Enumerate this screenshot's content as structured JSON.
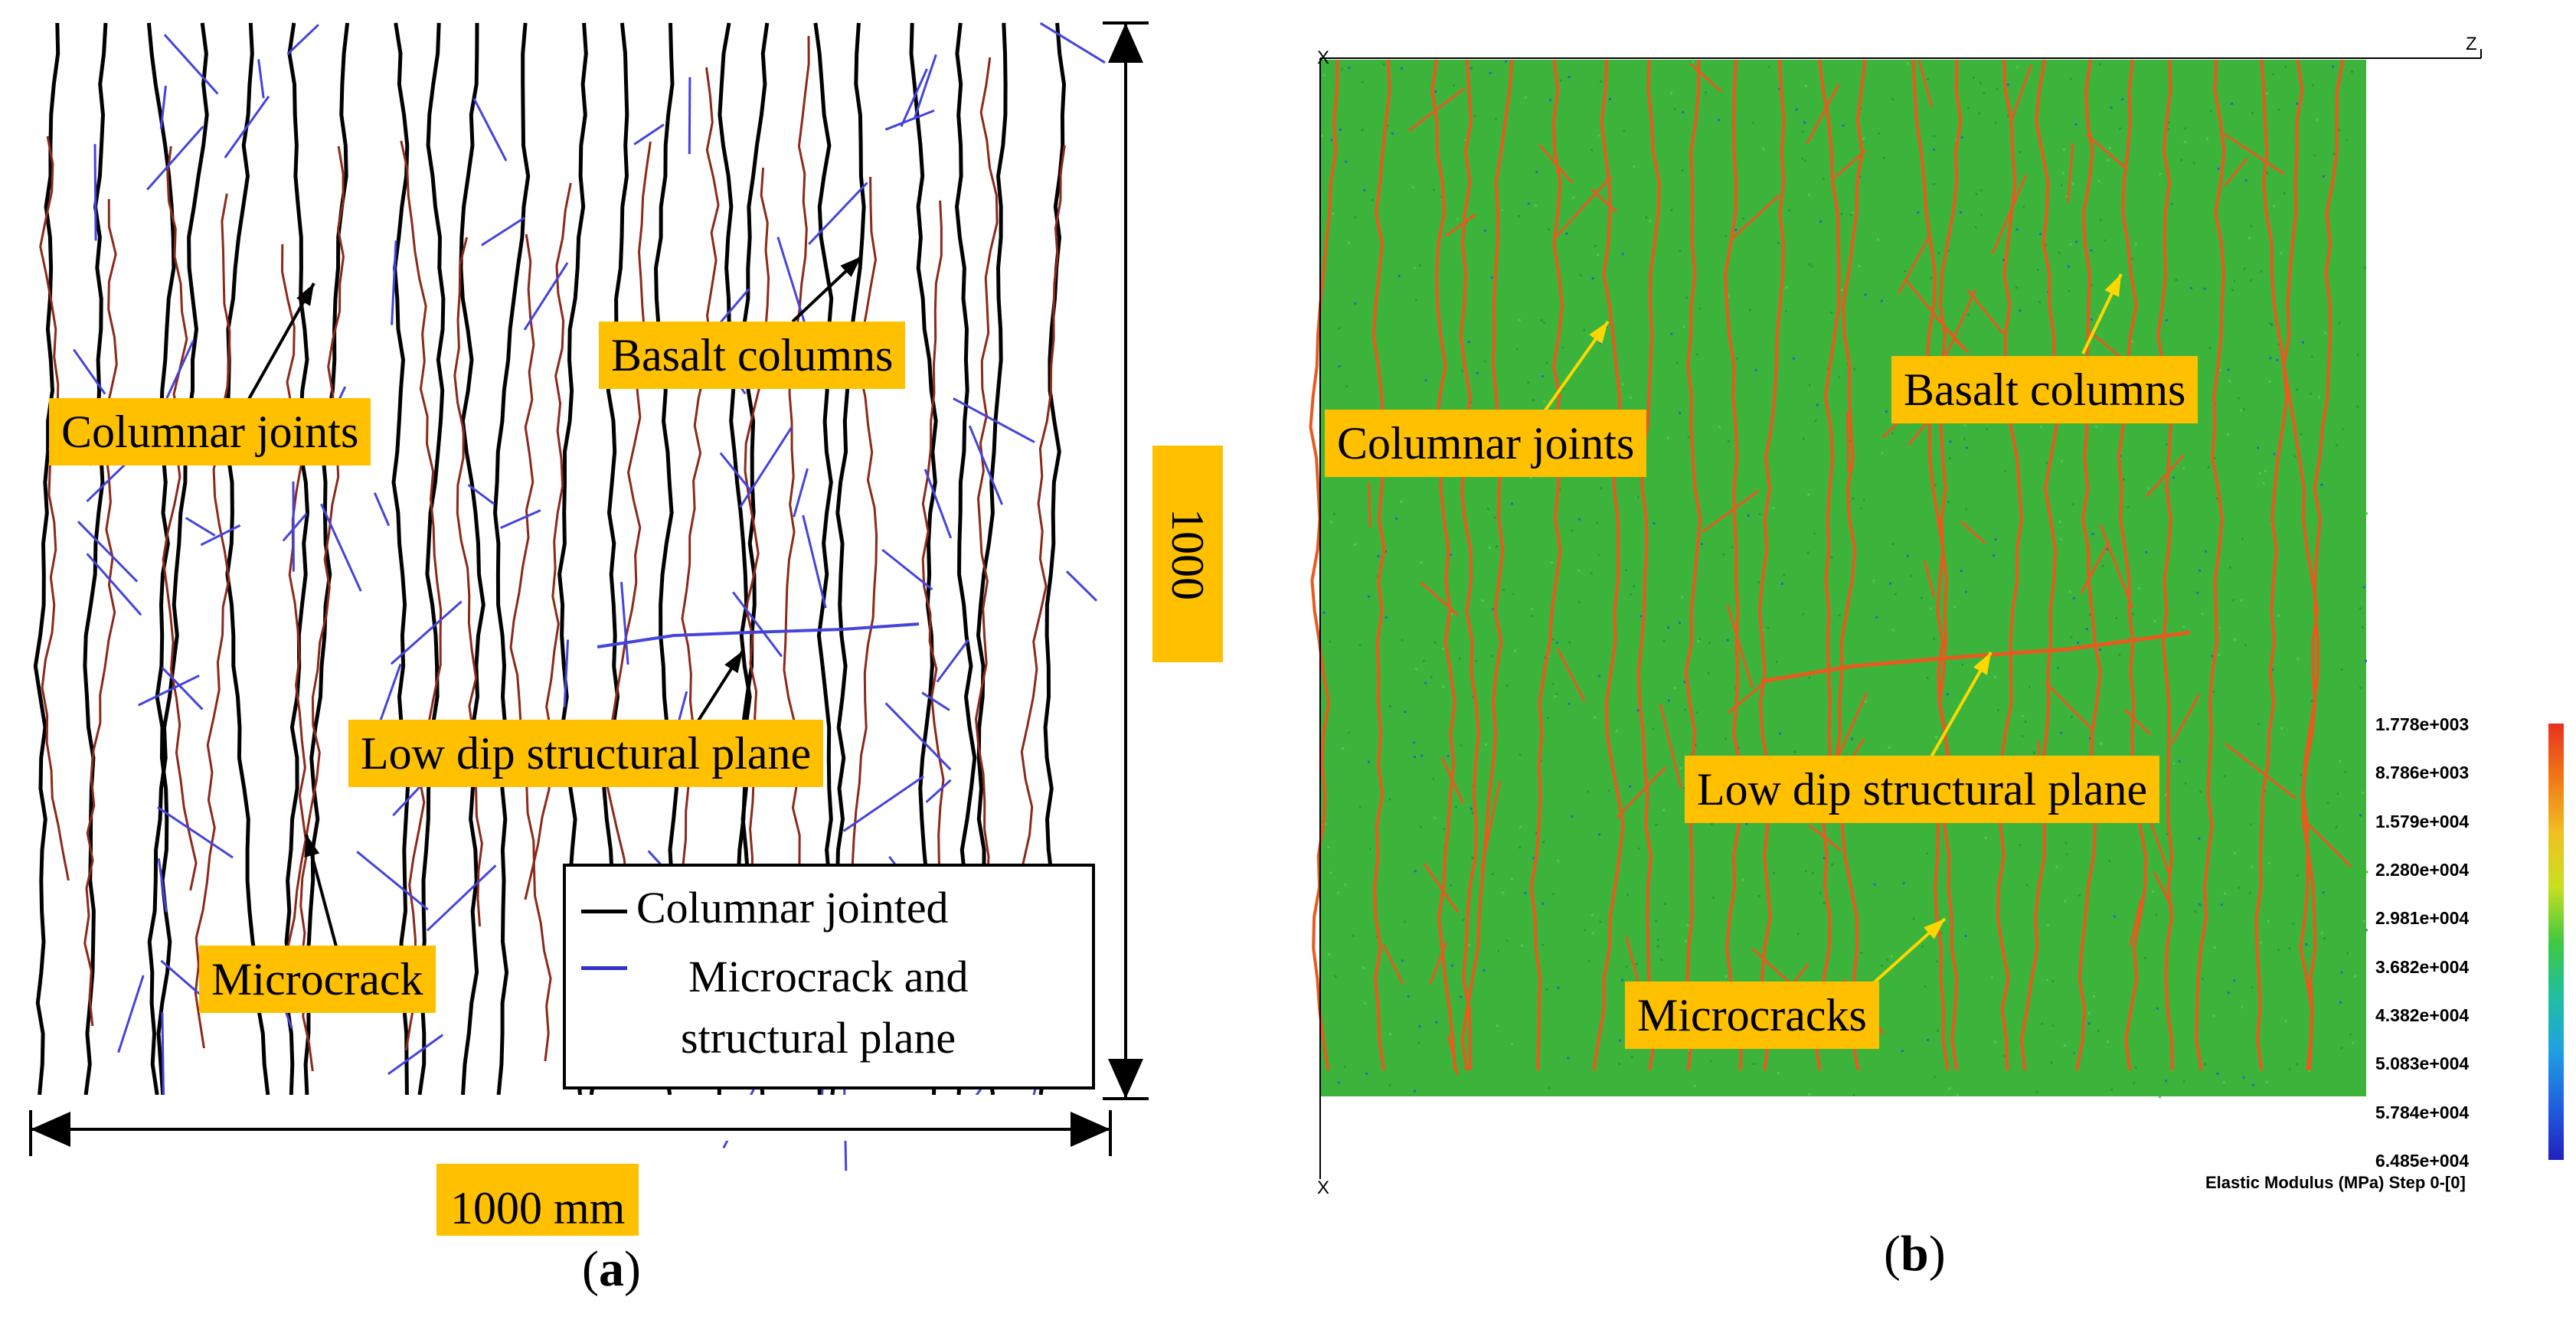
{
  "panel_a": {
    "labels": {
      "columnar_joints": "Columnar joints",
      "basalt_columns": "Basalt columns",
      "low_dip": "Low dip structural plane",
      "microcrack": "Microcrack"
    },
    "legend": {
      "item1": "Columnar jointed",
      "item2_line1": "Microcrack and",
      "item2_line2": "structural plane",
      "colors": {
        "joint": "#000000",
        "microcrack": "#3333cc"
      }
    },
    "dim_width": "1000 mm",
    "dim_height": "1000",
    "caption": "a"
  },
  "panel_b": {
    "labels": {
      "columnar_joints": "Columnar joints",
      "basalt_columns": "Basalt columns",
      "low_dip": "Low dip structural plane",
      "microcracks": "Microcracks"
    },
    "axis": {
      "z": "Z",
      "x": "X"
    },
    "colorbar": {
      "ticks": [
        "1.778e+003",
        "8.786e+003",
        "1.579e+004",
        "2.280e+004",
        "2.981e+004",
        "3.682e+004",
        "4.382e+004",
        "5.083e+004",
        "5.784e+004",
        "6.485e+004"
      ],
      "title": "Elastic Modulus (MPa) Step 0-[0]",
      "colors": [
        "#e8321e",
        "#f07818",
        "#f0c020",
        "#c8e020",
        "#40c840",
        "#20c0a0",
        "#20a0e0",
        "#2060e0",
        "#2020c0"
      ]
    },
    "caption": "b",
    "colors": {
      "background": "#3cb43c",
      "crack": "#e85a1e"
    }
  }
}
